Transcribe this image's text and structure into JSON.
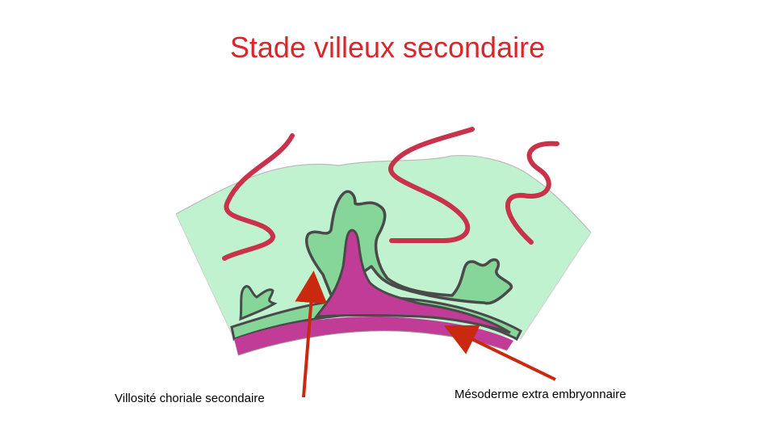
{
  "slide": {
    "title": "Stade villeux secondaire",
    "title_color": "#d9262b"
  },
  "diagram": {
    "colors": {
      "tissue_fill": "#c1f2cf",
      "villus_fill": "#86d69a",
      "mesoderm_fill": "#c13c96",
      "outline": "#4a4a4a",
      "vessel": "#c8324a",
      "arrow": "#c8290f"
    },
    "labels": {
      "villosite": "Villosité choriale secondaire",
      "mesoderme": "Mésoderme extra embryonnaire"
    }
  }
}
